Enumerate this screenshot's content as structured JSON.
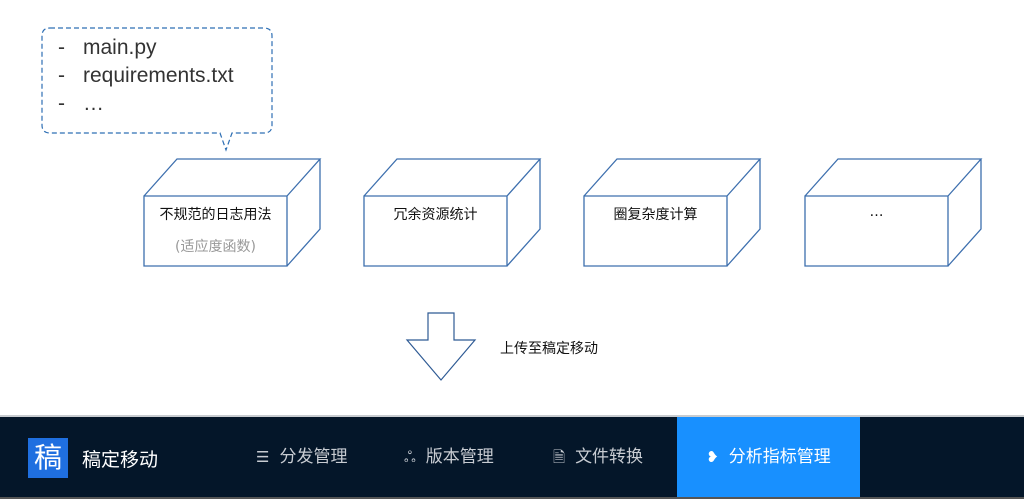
{
  "callout": {
    "lines": [
      "main.py",
      "requirements.txt",
      "…"
    ],
    "bullet": "-"
  },
  "boxes": [
    {
      "label": "不规范的日志用法",
      "sub": "(适应度函数)"
    },
    {
      "label": "冗余资源统计"
    },
    {
      "label": "圈复杂度计算"
    },
    {
      "label": "…"
    }
  ],
  "arrow_label": "上传至稿定移动",
  "nav": {
    "logo": "稿",
    "brand": "稿定移动",
    "items": [
      {
        "label": "分发管理",
        "icon": "list-icon"
      },
      {
        "label": "版本管理",
        "icon": "branch-icon"
      },
      {
        "label": "文件转换",
        "icon": "file-icon"
      },
      {
        "label": "分析指标管理",
        "icon": "leaf-icon",
        "active": true
      }
    ],
    "colors": {
      "bg": "#041629",
      "active": "#1890ff"
    }
  }
}
